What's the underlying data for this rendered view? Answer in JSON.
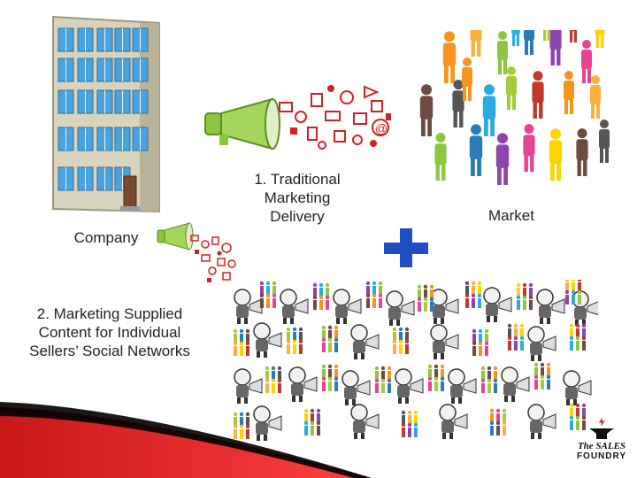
{
  "slide": {
    "company_label": "Company",
    "traditional_label_line1": "1. Traditional",
    "traditional_label_line2": "Marketing",
    "traditional_label_line3": "Delivery",
    "market_label": "Market",
    "supplied_label_line1": "2. Marketing Supplied",
    "supplied_label_line2": "Content for Individual",
    "supplied_label_line3": "Sellers’ Social Networks"
  },
  "logo": {
    "line1": "The SALES",
    "line2": "FOUNDRY"
  },
  "colors": {
    "accent_red": "#d42020",
    "megaphone_green": "#8cc63f",
    "plus_blue": "#1f4fc4",
    "building": "#d8d3bd",
    "window": "#4aa3df"
  },
  "icons": [
    "building-icon",
    "megaphone-icon",
    "plus-icon",
    "crowd-icon",
    "seller-network-icon",
    "anvil-icon"
  ]
}
